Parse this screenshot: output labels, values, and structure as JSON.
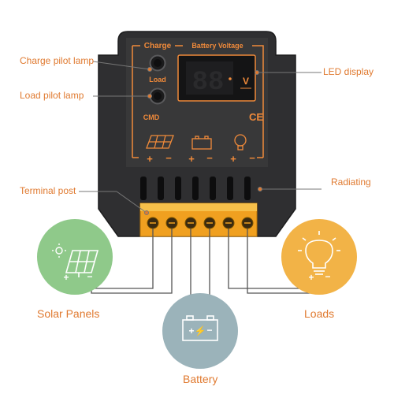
{
  "device": {
    "charge_label": "Charge",
    "battery_voltage_label": "Battery Voltage",
    "load_label": "Load",
    "cmd_label": "CMD",
    "ce_mark": "CE",
    "display_digits": "88",
    "display_unit": "V"
  },
  "callouts": {
    "charge_pilot_lamp": "Charge pilot lamp",
    "load_pilot_lamp": "Load pilot lamp",
    "terminal_post": "Terminal post",
    "led_display": "LED display",
    "radiating": "Radiating"
  },
  "modules": {
    "solar_panels": "Solar Panels",
    "battery": "Battery",
    "loads": "Loads"
  },
  "colors": {
    "accent": "#e07a30",
    "housing": "#2f2f31",
    "terminal_block": "#f0a020",
    "solar_circle": "#8fc98a",
    "battery_circle": "#9bb3ba",
    "loads_circle": "#f2b347"
  },
  "icons": [
    "solar-panel-icon",
    "battery-icon",
    "light-bulb-icon",
    "sun-icon"
  ]
}
